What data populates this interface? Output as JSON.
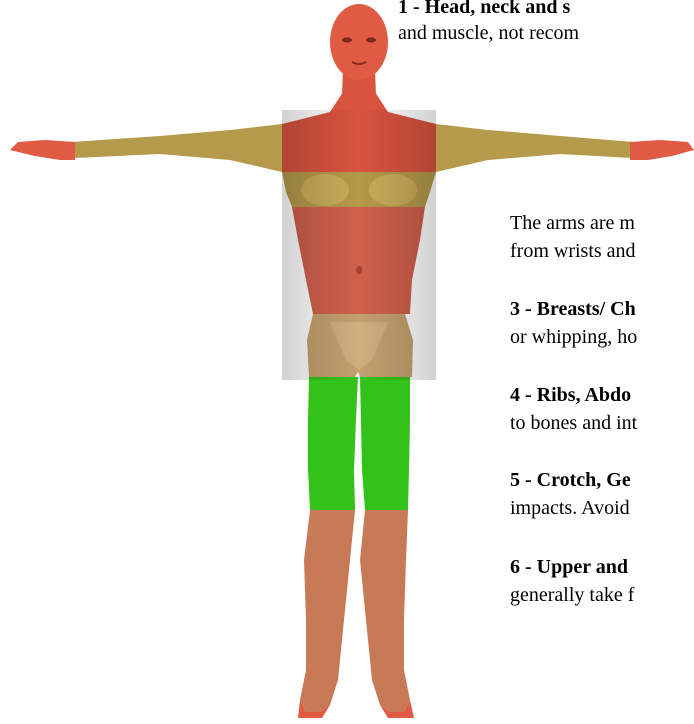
{
  "text_blocks": {
    "block1_line1": "1 - Head, neck and s",
    "block1_line2": "and muscle, not recom",
    "arms_line1": "The arms are m",
    "arms_line2": "from wrists and",
    "block3_heading": "3 - Breasts/ Ch",
    "block3_line2": "or whipping, ho",
    "block4_heading": "4 - Ribs, Abdo",
    "block4_line2": "to bones and int",
    "block5_heading": "5 - Crotch, Ge",
    "block5_line2": "impacts. Avoid",
    "block6_heading": "6 - Upper and",
    "block6_line2": "generally take f"
  },
  "zone_colors": {
    "head_upper_chest": "#d9533f",
    "arms_breasts": "#b49a4a",
    "abdomen": "#d0604c",
    "crotch": "#c4a070",
    "thighs": "#33c21a",
    "lower_legs": "#c87a56",
    "hands_feet": "#e05a44"
  }
}
